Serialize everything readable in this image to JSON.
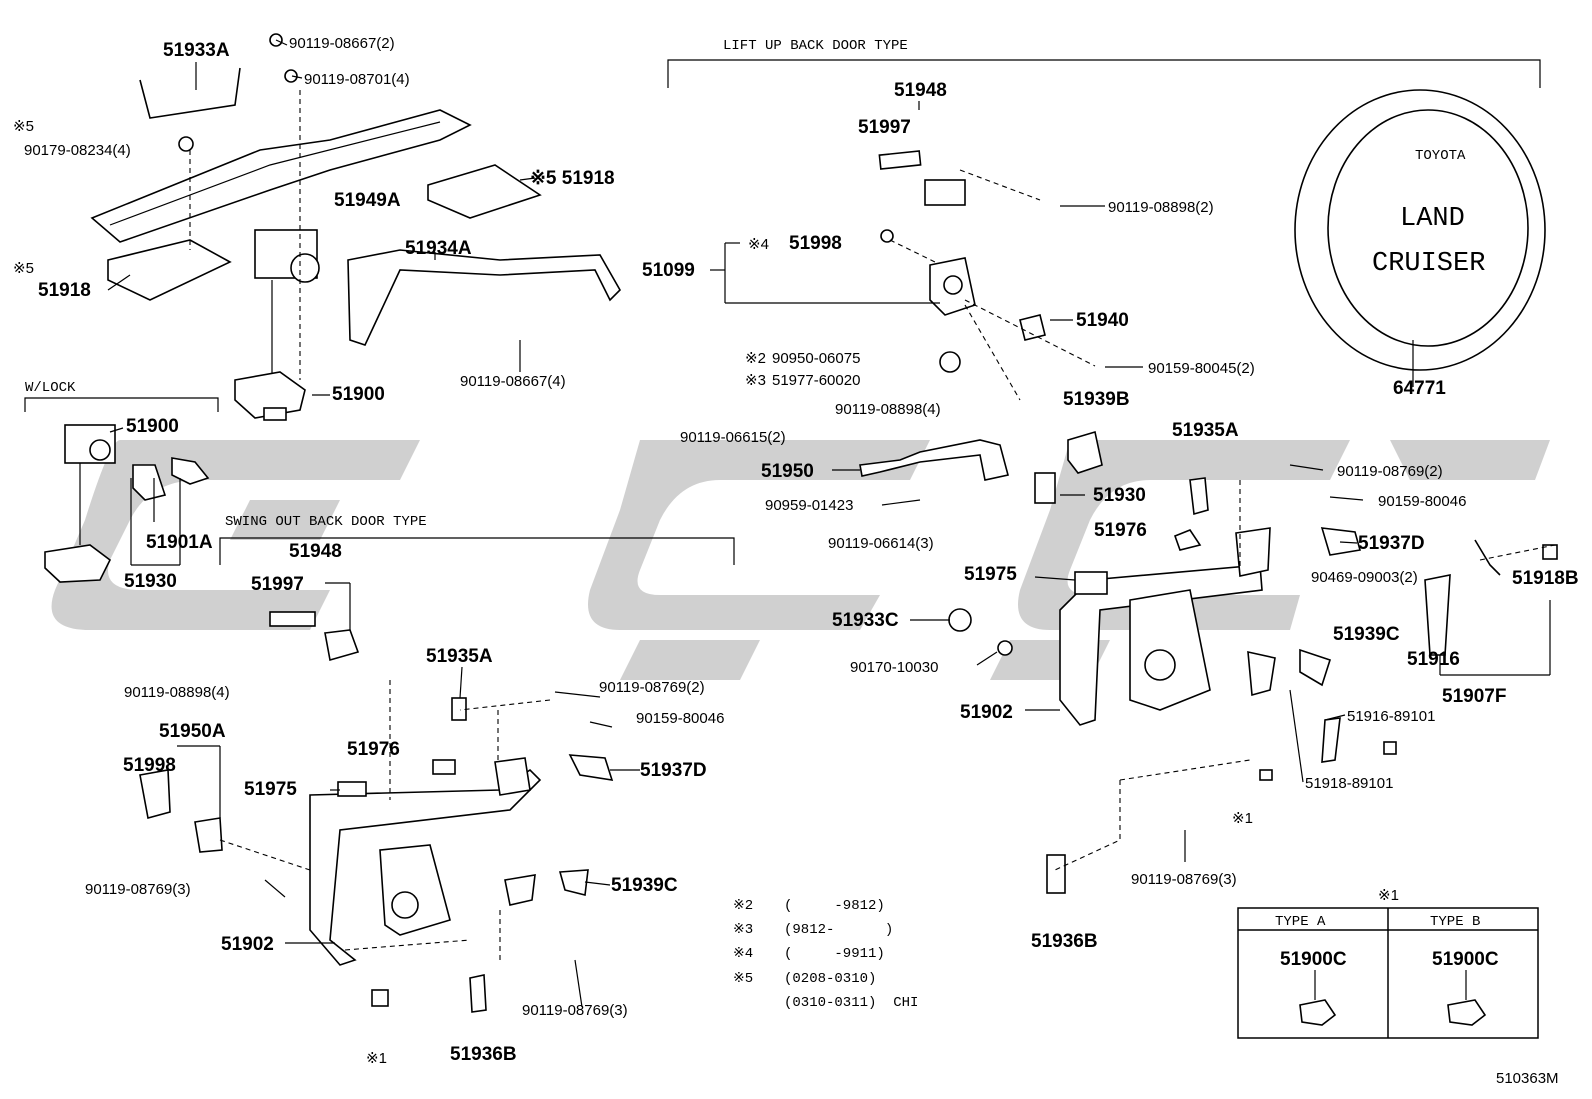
{
  "diagram_code": "510363M",
  "watermark_color": "#c6c6c6",
  "sections": {
    "lift_up": "LIFT UP BACK DOOR TYPE",
    "swing_out": "SWING OUT BACK DOOR TYPE",
    "w_lock": "W/LOCK"
  },
  "tire_cover": {
    "brand": "TOYOTA",
    "line1": "LAND",
    "line2": "CRUISER"
  },
  "labels": {
    "p51933A": "51933A",
    "p90119_08667_2": "90119-08667(2)",
    "p90119_08701_4": "90119-08701(4)",
    "mark5_a": "※5",
    "p90179_08234_4": "90179-08234(4)",
    "p51949A": "51949A",
    "p51918_r": "※5 51918",
    "mark5_b": "※5",
    "p51918_l": "51918",
    "p51934A": "51934A",
    "p90119_08667_4": "90119-08667(4)",
    "p51900_top": "51900",
    "p51900_lock": "51900",
    "p51901A": "51901A",
    "p51930_l": "51930",
    "p51948_top": "51948",
    "p51997_top": "51997",
    "p90119_08898_2": "90119-08898(2)",
    "p51099": "51099",
    "mark4": "※4",
    "p51998_top": "51998",
    "p51940": "51940",
    "mark2": "※2",
    "p90950_06075": "90950-06075",
    "mark3": "※3",
    "p51977_60020": "51977-60020",
    "p90159_80045_2": "90159-80045(2)",
    "p64771": "64771",
    "p90119_08898_4_top": "90119-08898(4)",
    "p51939B": "51939B",
    "p90119_06615_2": "90119-06615(2)",
    "p51935A_r": "51935A",
    "p51950": "51950",
    "p90119_08769_2_r": "90119-08769(2)",
    "p90959_01423": "90959-01423",
    "p51930_r": "51930",
    "p90159_80046_r": "90159-80046",
    "p90119_06614_3": "90119-06614(3)",
    "p51976_r": "51976",
    "p51937D_r": "51937D",
    "p51975_r": "51975",
    "p90469_09003_2": "90469-09003(2)",
    "p51918B": "51918B",
    "p51933C": "51933C",
    "p51939C_r": "51939C",
    "p90170_10030": "90170-10030",
    "p51916": "51916",
    "p51907F": "51907F",
    "p51902_r": "51902",
    "p51916_89101": "51916-89101",
    "p51918_89101": "51918-89101",
    "mark1_r": "※1",
    "p90119_08769_3_r": "90119-08769(3)",
    "p51936B_r": "51936B",
    "p51948_l": "51948",
    "p51997_l": "51997",
    "p90119_08898_4_l": "90119-08898(4)",
    "p51935A_l": "51935A",
    "p90119_08769_2_l": "90119-08769(2)",
    "p90159_80046_l": "90159-80046",
    "p51950A": "51950A",
    "p51998_l": "51998",
    "p51976_l": "51976",
    "p51937D_l": "51937D",
    "p51975_l": "51975",
    "p51939C_l": "51939C",
    "p90119_08769_3_l": "90119-08769(3)",
    "p51902_l": "51902",
    "p90119_08769_3_b": "90119-08769(3)",
    "mark1_l": "※1",
    "p51936B_l": "51936B"
  },
  "footnotes": [
    {
      "mark": "※2",
      "range": "(     -9812)"
    },
    {
      "mark": "※3",
      "range": "(9812-      )"
    },
    {
      "mark": "※4",
      "range": "(     -9911)"
    },
    {
      "mark": "※5",
      "range": "(0208-0310)"
    },
    {
      "mark": "",
      "range": "(0310-0311)  CHI"
    }
  ],
  "type_table": {
    "title": "※1",
    "col_a": "TYPE A",
    "col_b": "TYPE B",
    "part_a": "51900C",
    "part_b": "51900C"
  }
}
